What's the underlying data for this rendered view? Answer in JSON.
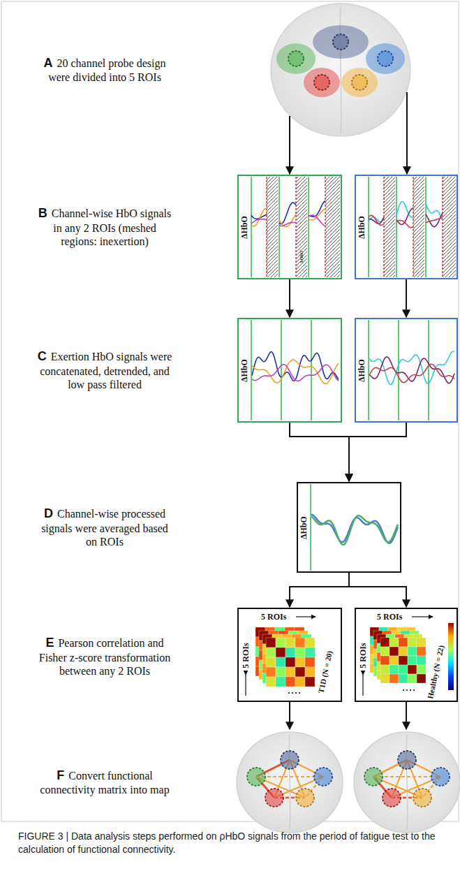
{
  "diagram": {
    "caption": "FIGURE 3 | Data analysis steps performed on ρHbO signals from the period of fatigue test to the calculation of functional connectivity.",
    "nodes": [
      {
        "text": [
          "ΔHbO",
          "Δ HbO"
        ]
      },
      {
        "text": [
          "ΔHbO"
        ]
      },
      {
        "text": [
          "ΔHbO"
        ]
      },
      {
        "text": [
          "ΔHbO"
        ]
      },
      {
        "text": [
          "ΔHbO"
        ]
      },
      {
        "text": [
          "5 ROIs",
          "5 ROIs",
          "T1D (N = 20)"
        ]
      },
      {
        "text": [
          "5 ROIs",
          "5 ROIs",
          "Healthy (N = 22)"
        ]
      }
    ],
    "edges": [
      {
        "from": 0,
        "to": 2,
        "arrow": "to"
      },
      {
        "from": 1,
        "to": 3,
        "arrow": "to"
      },
      {
        "from": 2,
        "to": 4,
        "arrow": "to"
      },
      {
        "from": 3,
        "to": 4,
        "arrow": "to"
      },
      {
        "from": 4,
        "to": 5,
        "arrow": "to"
      },
      {
        "from": 4,
        "to": 6,
        "arrow": "to"
      }
    ],
    "labels": [
      "A",
      "20 channel probe design were divided into 5 ROIs",
      "B",
      "Channel-wise HbO signals in any 2 ROIs (meshed regions: inexertion)",
      "C",
      "Exertion HbO signals were concatenated, detrended, and low pass filtered",
      "D",
      "Channel-wise processed signals were averaged based on ROIs",
      "E",
      "Pearson correlation and Fisher z-score transformation between any 2 ROIs",
      "F",
      "Convert functional connectivity matrix into map"
    ]
  }
}
